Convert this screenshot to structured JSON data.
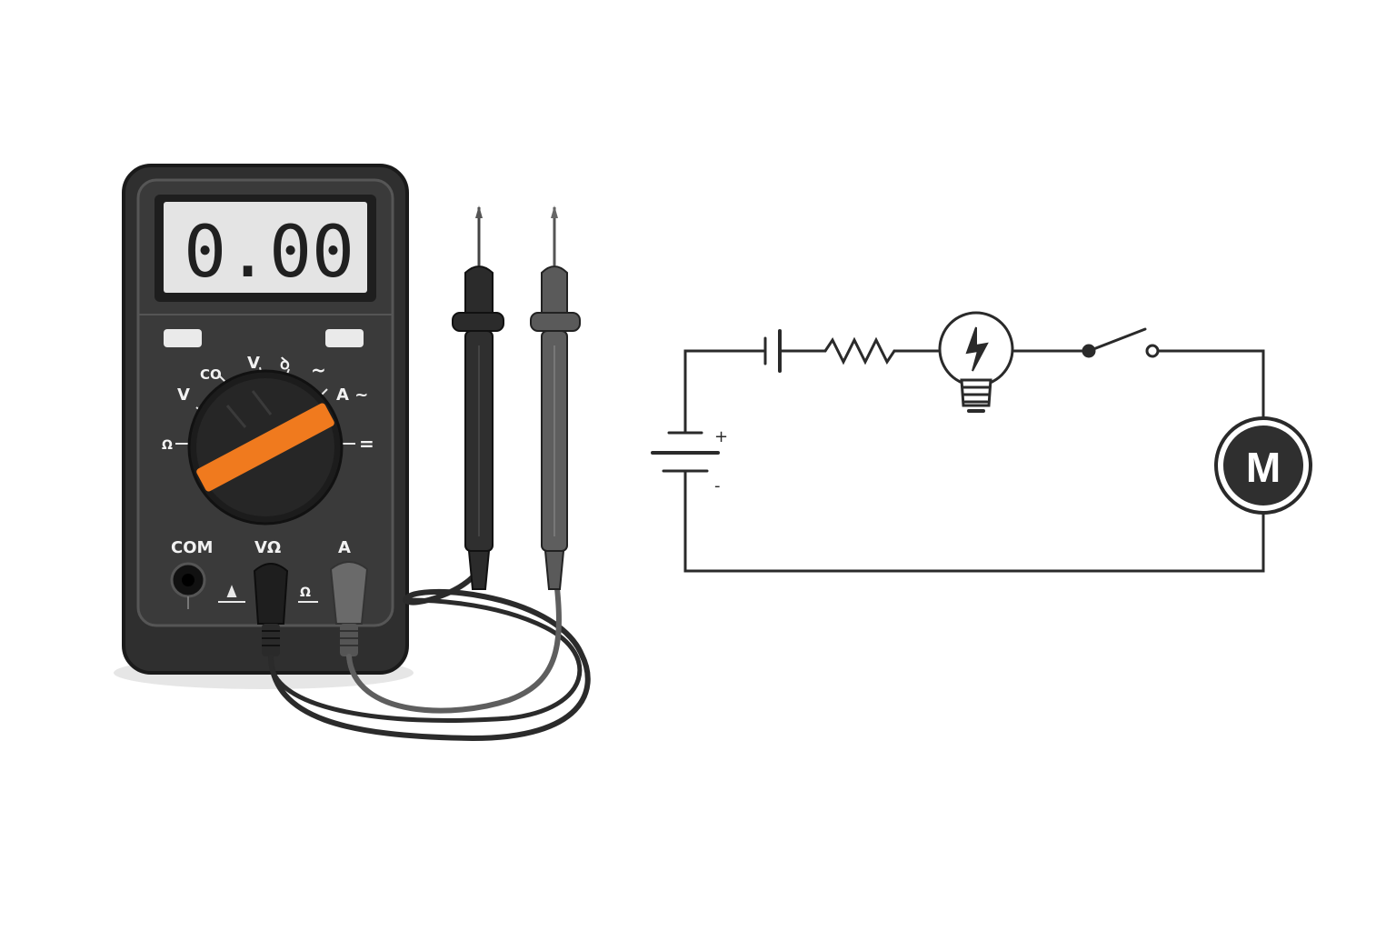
{
  "multimeter": {
    "display_reading": "0.00",
    "dial_labels": {
      "co": "CO",
      "v_dc_top": "V",
      "sym_top": "ꝺ",
      "ac_top": "~",
      "v_left": "V",
      "a_ac": "A ~",
      "ohm_left": "Ω",
      "dc_right": "="
    },
    "jack_labels": {
      "com": "COM",
      "v_ohm": "VΩ",
      "amp": "A"
    },
    "colors": {
      "body": "#2f2f2f",
      "bezel": "#4a4a4a",
      "lcd": "#e4e4e4",
      "dial_pointer": "#f07a1e",
      "lead_black": "#2b2b2b",
      "lead_gray": "#5e5e5e"
    }
  },
  "circuit": {
    "battery_plus": "+",
    "battery_minus": "-",
    "motor_label": "M",
    "components": [
      "battery-cell-icon",
      "resistor-icon",
      "lamp-icon",
      "switch-icon",
      "motor-icon",
      "battery-icon"
    ]
  }
}
